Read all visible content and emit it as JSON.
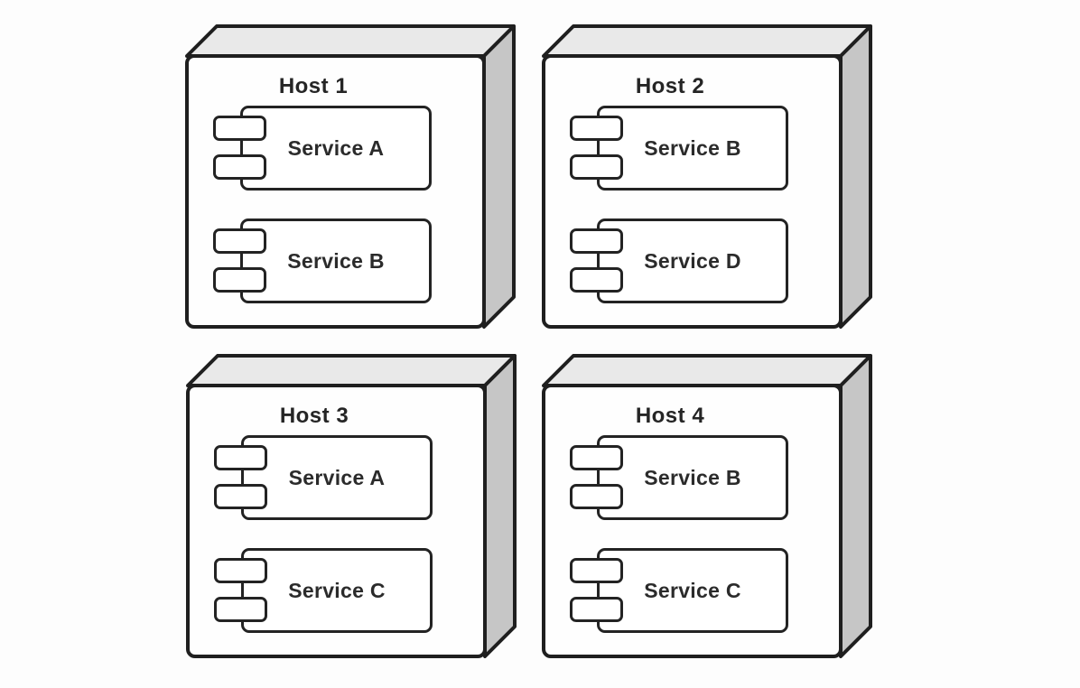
{
  "page": {
    "background_color": "#fdfdfd"
  },
  "diagram": {
    "type": "uml-deployment-diagram",
    "colors": {
      "node_front_face": "#fefefe",
      "node_top_face": "#e9e9e9",
      "node_side_face": "#c6c6c6",
      "stroke": "#1f1f1f",
      "text": "#2b2b2b"
    },
    "hosts": [
      {
        "label": "Host 1",
        "services": [
          "Service A",
          "Service B"
        ]
      },
      {
        "label": "Host 2",
        "services": [
          "Service B",
          "Service D"
        ]
      },
      {
        "label": "Host 3",
        "services": [
          "Service A",
          "Service C"
        ]
      },
      {
        "label": "Host 4",
        "services": [
          "Service B",
          "Service C"
        ]
      }
    ]
  }
}
